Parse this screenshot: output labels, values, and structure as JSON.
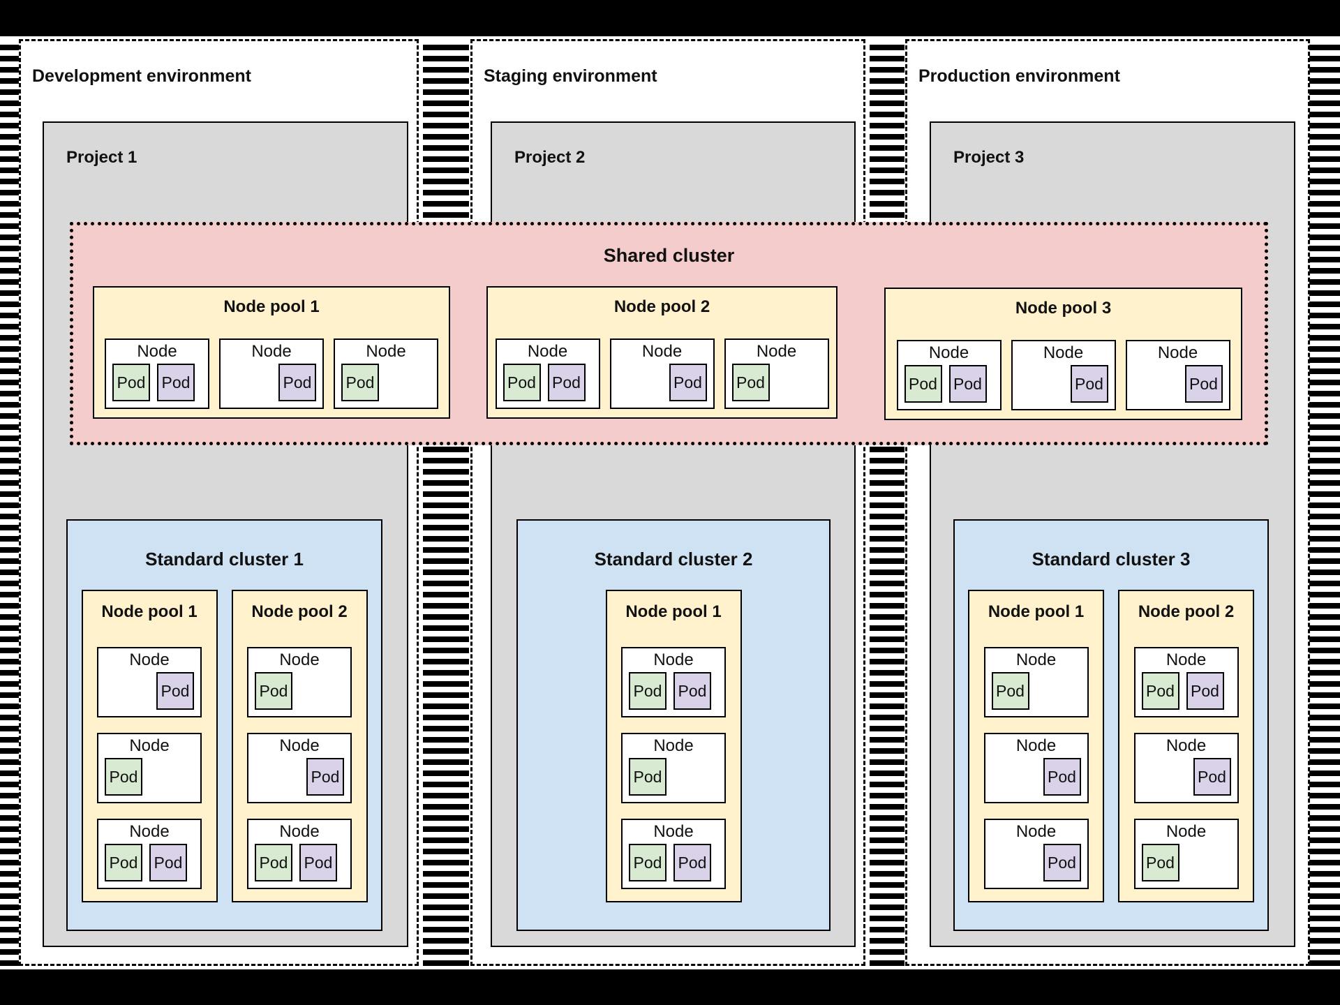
{
  "colors": {
    "green": "#d9ead3",
    "purple": "#d9d2e9",
    "pink": "#f4cccc",
    "yellow": "#fff2cc",
    "blue": "#cfe2f3",
    "gray": "#d9d9d9"
  },
  "environments": [
    {
      "title": "Development environment",
      "project": {
        "title": "Project 1"
      }
    },
    {
      "title": "Staging environment",
      "project": {
        "title": "Project 2"
      }
    },
    {
      "title": "Production environment",
      "project": {
        "title": "Project 3"
      }
    }
  ],
  "shared_cluster": {
    "title": "Shared cluster",
    "node_pools": [
      {
        "title": "Node pool 1",
        "nodes": [
          {
            "label": "Node",
            "align": "left",
            "pods": [
              {
                "label": "Pod",
                "color": "green"
              },
              {
                "label": "Pod",
                "color": "purple"
              }
            ]
          },
          {
            "label": "Node",
            "align": "right",
            "pods": [
              {
                "label": "Pod",
                "color": "purple"
              }
            ]
          },
          {
            "label": "Node",
            "align": "left",
            "pods": [
              {
                "label": "Pod",
                "color": "green"
              }
            ]
          }
        ]
      },
      {
        "title": "Node pool 2",
        "nodes": [
          {
            "label": "Node",
            "align": "left",
            "pods": [
              {
                "label": "Pod",
                "color": "green"
              },
              {
                "label": "Pod",
                "color": "purple"
              }
            ]
          },
          {
            "label": "Node",
            "align": "right",
            "pods": [
              {
                "label": "Pod",
                "color": "purple"
              }
            ]
          },
          {
            "label": "Node",
            "align": "left",
            "pods": [
              {
                "label": "Pod",
                "color": "green"
              }
            ]
          }
        ]
      },
      {
        "title": "Node pool 3",
        "nodes": [
          {
            "label": "Node",
            "align": "left",
            "pods": [
              {
                "label": "Pod",
                "color": "green"
              },
              {
                "label": "Pod",
                "color": "purple"
              }
            ]
          },
          {
            "label": "Node",
            "align": "right",
            "pods": [
              {
                "label": "Pod",
                "color": "purple"
              }
            ]
          },
          {
            "label": "Node",
            "align": "right",
            "pods": [
              {
                "label": "Pod",
                "color": "purple"
              }
            ]
          }
        ]
      }
    ]
  },
  "standard_clusters": [
    {
      "title": "Standard cluster 1",
      "node_pools": [
        {
          "title": "Node pool 1",
          "nodes": [
            {
              "label": "Node",
              "align": "right",
              "pods": [
                {
                  "label": "Pod",
                  "color": "purple"
                }
              ]
            },
            {
              "label": "Node",
              "align": "left",
              "pods": [
                {
                  "label": "Pod",
                  "color": "green"
                }
              ]
            },
            {
              "label": "Node",
              "align": "left",
              "pods": [
                {
                  "label": "Pod",
                  "color": "green"
                },
                {
                  "label": "Pod",
                  "color": "purple"
                }
              ]
            }
          ]
        },
        {
          "title": "Node pool 2",
          "nodes": [
            {
              "label": "Node",
              "align": "left",
              "pods": [
                {
                  "label": "Pod",
                  "color": "green"
                }
              ]
            },
            {
              "label": "Node",
              "align": "right",
              "pods": [
                {
                  "label": "Pod",
                  "color": "purple"
                }
              ]
            },
            {
              "label": "Node",
              "align": "left",
              "pods": [
                {
                  "label": "Pod",
                  "color": "green"
                },
                {
                  "label": "Pod",
                  "color": "purple"
                }
              ]
            }
          ]
        }
      ]
    },
    {
      "title": "Standard cluster 2",
      "node_pools": [
        {
          "title": "Node pool 1",
          "nodes": [
            {
              "label": "Node",
              "align": "left",
              "pods": [
                {
                  "label": "Pod",
                  "color": "green"
                },
                {
                  "label": "Pod",
                  "color": "purple"
                }
              ]
            },
            {
              "label": "Node",
              "align": "left",
              "pods": [
                {
                  "label": "Pod",
                  "color": "green"
                }
              ]
            },
            {
              "label": "Node",
              "align": "left",
              "pods": [
                {
                  "label": "Pod",
                  "color": "green"
                },
                {
                  "label": "Pod",
                  "color": "purple"
                }
              ]
            }
          ]
        }
      ]
    },
    {
      "title": "Standard cluster 3",
      "node_pools": [
        {
          "title": "Node pool 1",
          "nodes": [
            {
              "label": "Node",
              "align": "left",
              "pods": [
                {
                  "label": "Pod",
                  "color": "green"
                }
              ]
            },
            {
              "label": "Node",
              "align": "right",
              "pods": [
                {
                  "label": "Pod",
                  "color": "purple"
                }
              ]
            },
            {
              "label": "Node",
              "align": "right",
              "pods": [
                {
                  "label": "Pod",
                  "color": "purple"
                }
              ]
            }
          ]
        },
        {
          "title": "Node pool 2",
          "nodes": [
            {
              "label": "Node",
              "align": "left",
              "pods": [
                {
                  "label": "Pod",
                  "color": "green"
                },
                {
                  "label": "Pod",
                  "color": "purple"
                }
              ]
            },
            {
              "label": "Node",
              "align": "right",
              "pods": [
                {
                  "label": "Pod",
                  "color": "purple"
                }
              ]
            },
            {
              "label": "Node",
              "align": "left",
              "pods": [
                {
                  "label": "Pod",
                  "color": "green"
                }
              ]
            }
          ]
        }
      ]
    }
  ]
}
